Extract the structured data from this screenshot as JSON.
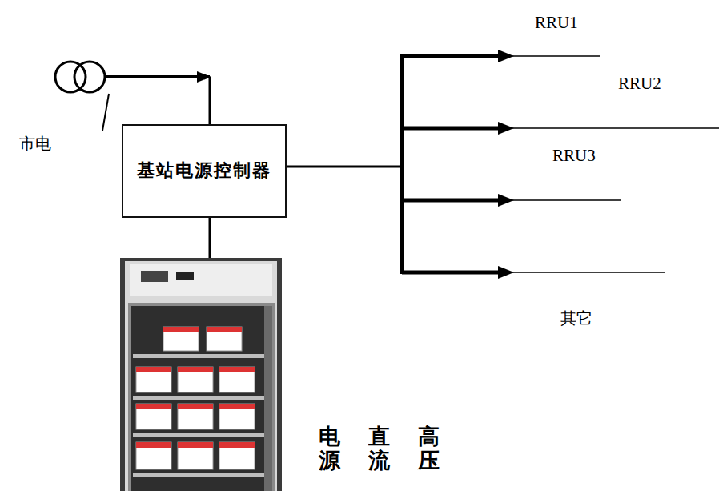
{
  "diagram": {
    "nodes": [
      {
        "text": [
          "基站电源控制器"
        ]
      }
    ],
    "labels": [
      "市电",
      "RRU1",
      "RRU2",
      "RRU3",
      "其它",
      "电源",
      "直流",
      "高压"
    ]
  }
}
